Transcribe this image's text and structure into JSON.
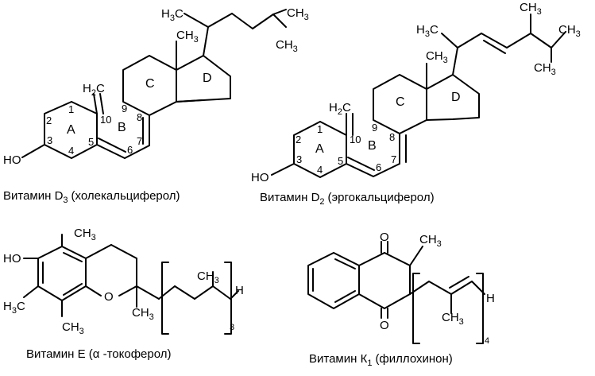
{
  "vitamin_d3": {
    "name": "Витамин D",
    "subscript": "3",
    "common": "(холекальциферол)",
    "labels": {
      "methyl_top": "H",
      "methyl_top_sub": "3",
      "methyl_top_c": "C",
      "ch3_end": "CH",
      "ch3_end_sub": "3",
      "ch3_end2": "CH",
      "ch3_end2_sub": "3",
      "ch3_ring": "CH",
      "ch3_ring_sub": "3",
      "h2c": "H",
      "h2c_sub": "2",
      "h2c_c": "C",
      "ho": "HO"
    },
    "rings": {
      "a": "A",
      "b": "B",
      "c": "C",
      "d": "D"
    },
    "numbers": [
      "1",
      "2",
      "3",
      "4",
      "5",
      "6",
      "7",
      "8",
      "9",
      "10"
    ]
  },
  "vitamin_d2": {
    "name": "Витамин D",
    "subscript": "2",
    "common": "(эргокальциферол)",
    "labels": {
      "h3c": "H",
      "h3c_sub": "3",
      "h3c_c": "C",
      "ch3_top": "CH",
      "ch3_top_sub": "3",
      "ch3_right": "CH",
      "ch3_right_sub": "3",
      "ch3_low": "CH",
      "ch3_low_sub": "3",
      "ch3_ring": "CH",
      "ch3_ring_sub": "3",
      "h2c": "H",
      "h2c_sub": "2",
      "h2c_c": "C",
      "ho": "HO"
    },
    "rings": {
      "a": "A",
      "b": "B",
      "c": "C",
      "d": "D"
    },
    "numbers": [
      "1",
      "2",
      "3",
      "4",
      "5",
      "6",
      "7",
      "8",
      "9",
      "10"
    ]
  },
  "vitamin_e": {
    "name": "Витамин Е (",
    "alpha": "α",
    "common": " -токоферол)",
    "labels": {
      "ho": "HO",
      "ch3_top": "CH",
      "ch3_top_sub": "3",
      "h3c": "H",
      "h3c_sub": "3",
      "h3c_c": "C",
      "ch3_bottom": "CH",
      "ch3_bottom_sub": "3",
      "o": "O",
      "ch3_mid": "CH",
      "ch3_mid_sub": "3",
      "ch3_chain": "CH",
      "ch3_chain_sub": "3",
      "h": "H",
      "repeat": "3"
    }
  },
  "vitamin_k1": {
    "name": "Витамин К",
    "subscript": "1",
    "common": "(филлохинон)",
    "labels": {
      "o_top": "O",
      "o_bottom": "O",
      "ch3": "CH",
      "ch3_sub": "3",
      "ch3_chain": "CH",
      "ch3_chain_sub": "3",
      "h": "H",
      "repeat": "4"
    }
  }
}
